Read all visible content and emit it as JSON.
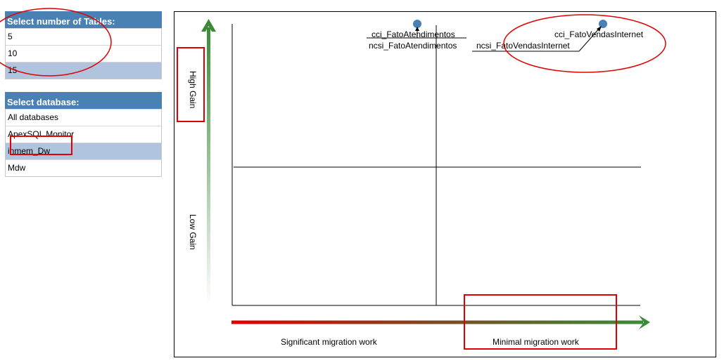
{
  "tables_panel": {
    "title": "Select number of Tables:",
    "options": [
      "5",
      "10",
      "15"
    ],
    "selected": "15"
  },
  "database_panel": {
    "title": "Select database:",
    "options": [
      "All databases",
      "ApexSQL Monitor",
      "inmem_Dw",
      "Mdw"
    ],
    "selected": "inmem_Dw"
  },
  "chart": {
    "y_high": "High Gain",
    "y_low": "Low Gain",
    "x_left": "Significant migration work",
    "x_right": "Minimal migration work",
    "points": [
      {
        "label": "cci_FatoAtendimentos",
        "color": "#4a81b4"
      },
      {
        "label": "ncsi_FatoAtendimentos"
      },
      {
        "label": "cci_FatoVendasInternet",
        "color": "#4a81b4"
      },
      {
        "label": "ncsi_FatoVendasInternet"
      }
    ]
  },
  "colors": {
    "header": "#4a81b4",
    "selected": "#b0c4de",
    "annotation": "#e00000",
    "arrow_green": "#3a8a3a",
    "arrow_red": "#e00000"
  }
}
